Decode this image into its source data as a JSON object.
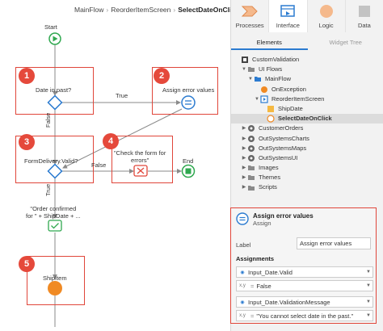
{
  "breadcrumb": {
    "items": [
      "MainFlow",
      "ReorderItemScreen"
    ],
    "current": "SelectDateOnClick"
  },
  "flow": {
    "start": "Start",
    "if1": "Date in past?",
    "assign": "Assign error values",
    "true1": "True",
    "false1": "False",
    "if2": "FormDelivery.Valid?",
    "false2": "False",
    "message": "\"Check the form for\nerrors\"",
    "end": "End",
    "true2": "True",
    "message2": "\"Order confirmed\nfor \" + ShipDate + ...",
    "ship": "ShipItem",
    "numbers": [
      "1",
      "2",
      "3",
      "4",
      "5"
    ]
  },
  "tabs": [
    {
      "label": "Processes",
      "icon": "processes-icon"
    },
    {
      "label": "Interface",
      "icon": "interface-icon"
    },
    {
      "label": "Logic",
      "icon": "logic-icon"
    },
    {
      "label": "Data",
      "icon": "data-icon"
    }
  ],
  "subtabs": [
    "Elements",
    "Widget Tree"
  ],
  "tree": [
    {
      "label": "CustomValidation",
      "indent": 0,
      "arrow": "",
      "icon": "app-icon"
    },
    {
      "label": "UI Flows",
      "indent": 1,
      "arrow": "▼",
      "icon": "folder-icon"
    },
    {
      "label": "MainFlow",
      "indent": 2,
      "arrow": "▼",
      "icon": "flow-icon"
    },
    {
      "label": "OnException",
      "indent": 3,
      "arrow": "",
      "icon": "exception-icon"
    },
    {
      "label": "ReorderItemScreen",
      "indent": 3,
      "arrow": "▼",
      "icon": "screen-icon"
    },
    {
      "label": "ShipDate",
      "indent": 4,
      "arrow": "",
      "icon": "variable-icon"
    },
    {
      "label": "SelectDateOnClick",
      "indent": 4,
      "arrow": "",
      "icon": "action-icon",
      "selected": true
    },
    {
      "label": "CustomerOrders",
      "indent": 1,
      "arrow": "▶",
      "icon": "module-icon"
    },
    {
      "label": "OutSystemsCharts",
      "indent": 1,
      "arrow": "▶",
      "icon": "module-icon"
    },
    {
      "label": "OutSystemsMaps",
      "indent": 1,
      "arrow": "▶",
      "icon": "module-icon"
    },
    {
      "label": "OutSystemsUI",
      "indent": 1,
      "arrow": "▶",
      "icon": "module-icon"
    },
    {
      "label": "Images",
      "indent": 1,
      "arrow": "▶",
      "icon": "folder-icon"
    },
    {
      "label": "Themes",
      "indent": 1,
      "arrow": "▶",
      "icon": "folder-icon"
    },
    {
      "label": "Scripts",
      "indent": 1,
      "arrow": "▶",
      "icon": "folder-icon"
    }
  ],
  "props": {
    "title": "Assign error values",
    "subtitle": "Assign",
    "label_caption": "Label",
    "label_value": "Assign error values",
    "assignments_caption": "Assignments",
    "rows": [
      {
        "type": "var",
        "prefix": "◉",
        "text": "Input_Date.Valid"
      },
      {
        "type": "val",
        "prefix": "x,y",
        "text": "False"
      },
      {
        "type": "var",
        "prefix": "◉",
        "text": "Input_Date.ValidationMessage"
      },
      {
        "type": "val",
        "prefix": "x,y",
        "text": "\"You cannot select date in the past.\""
      }
    ]
  },
  "colors": {
    "accent_red": "#e0463a",
    "start_green": "#2fa84f",
    "flow_blue": "#2b7bd0",
    "ship_orange": "#f08a24"
  }
}
